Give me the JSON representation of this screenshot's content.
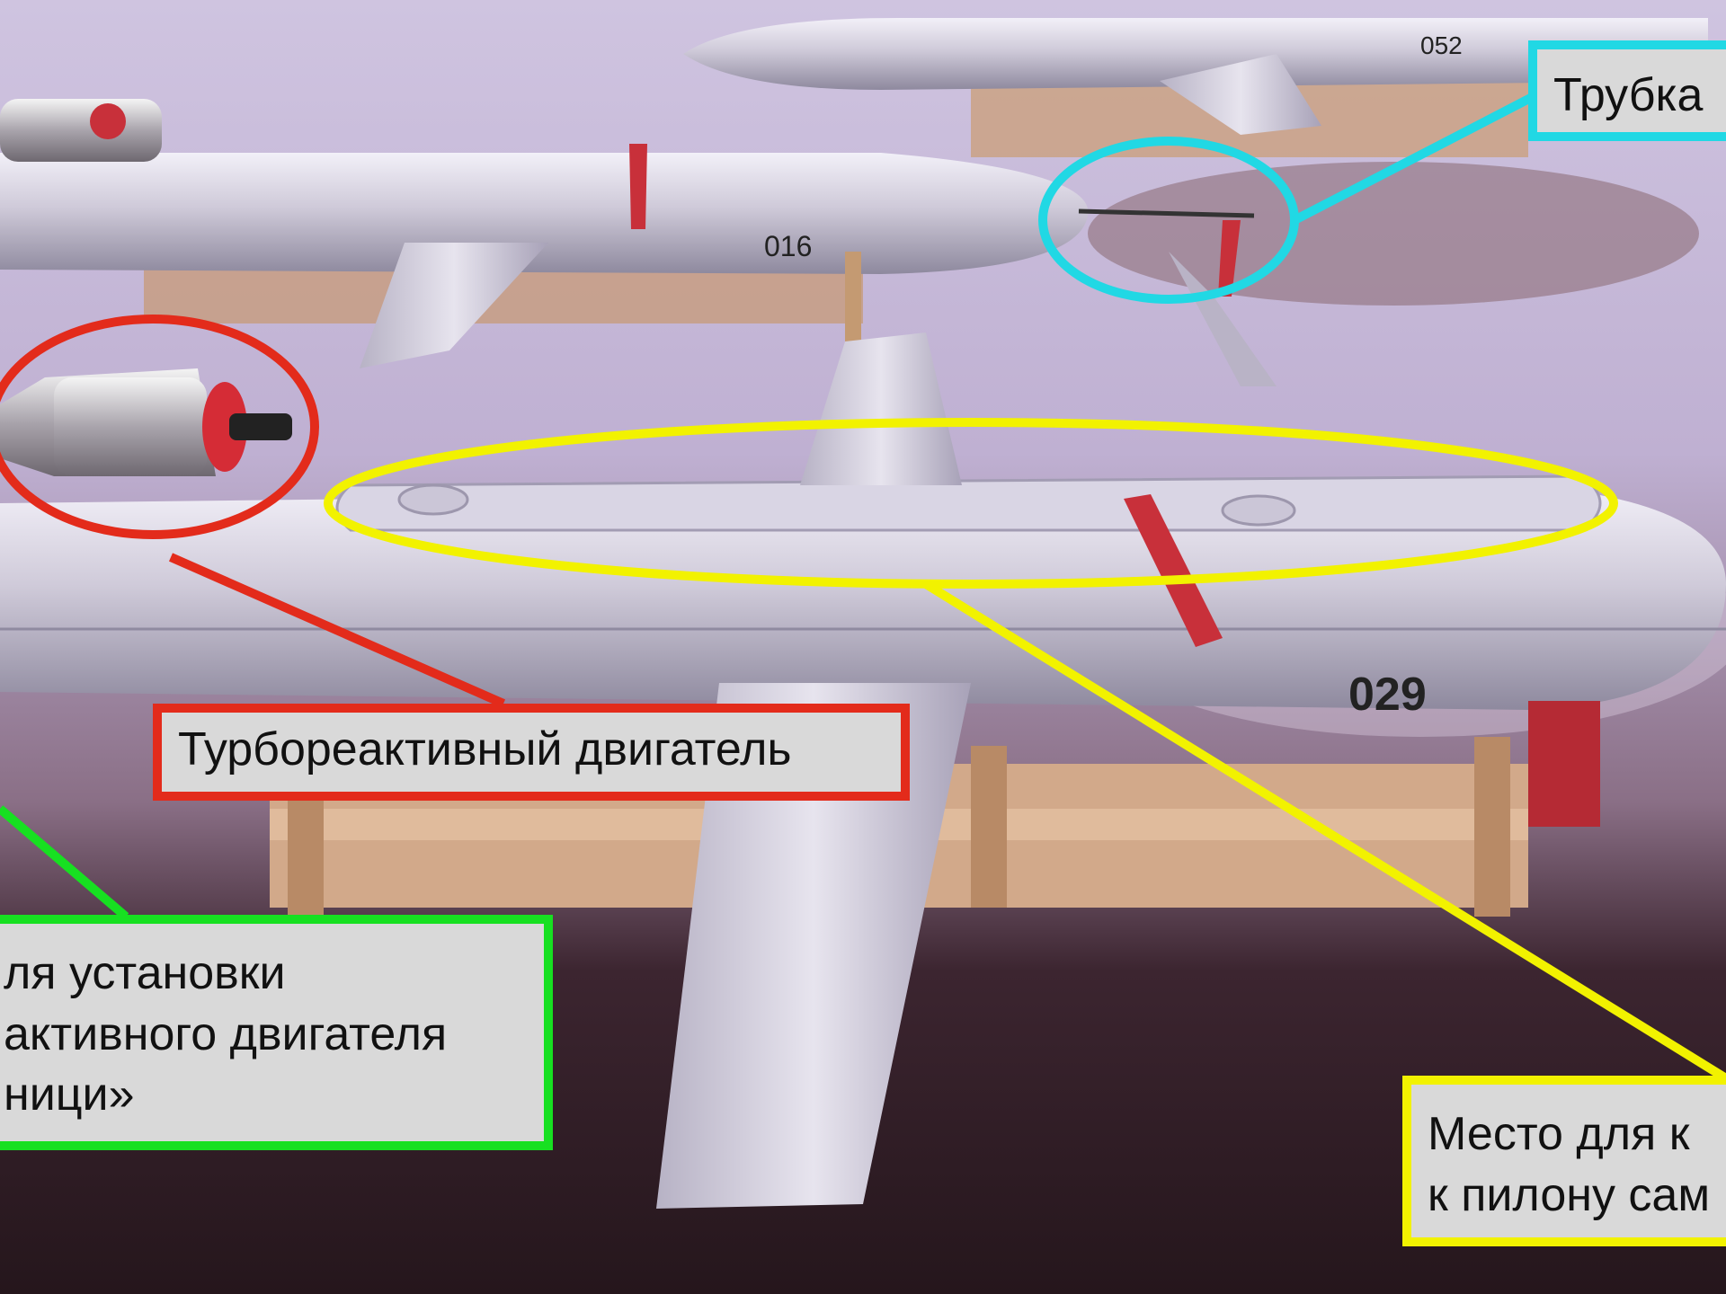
{
  "photo": {
    "subject": "aircraft-models-on-wooden-stands",
    "tail_numbers": [
      "052",
      "016",
      "029"
    ]
  },
  "annotations": {
    "engine": {
      "lines": [
        "Турбореактивный двигатель"
      ],
      "color": "#e32b1b"
    },
    "pitot": {
      "lines": [
        "Трубка"
      ],
      "color": "#21d8e4"
    },
    "mount": {
      "lines": [
        "ля установки",
        "активного двигателя",
        "ници»"
      ],
      "color": "#17e021"
    },
    "pylon": {
      "lines": [
        "Место для к",
        "к пилону сам"
      ],
      "color": "#f2f200"
    }
  }
}
